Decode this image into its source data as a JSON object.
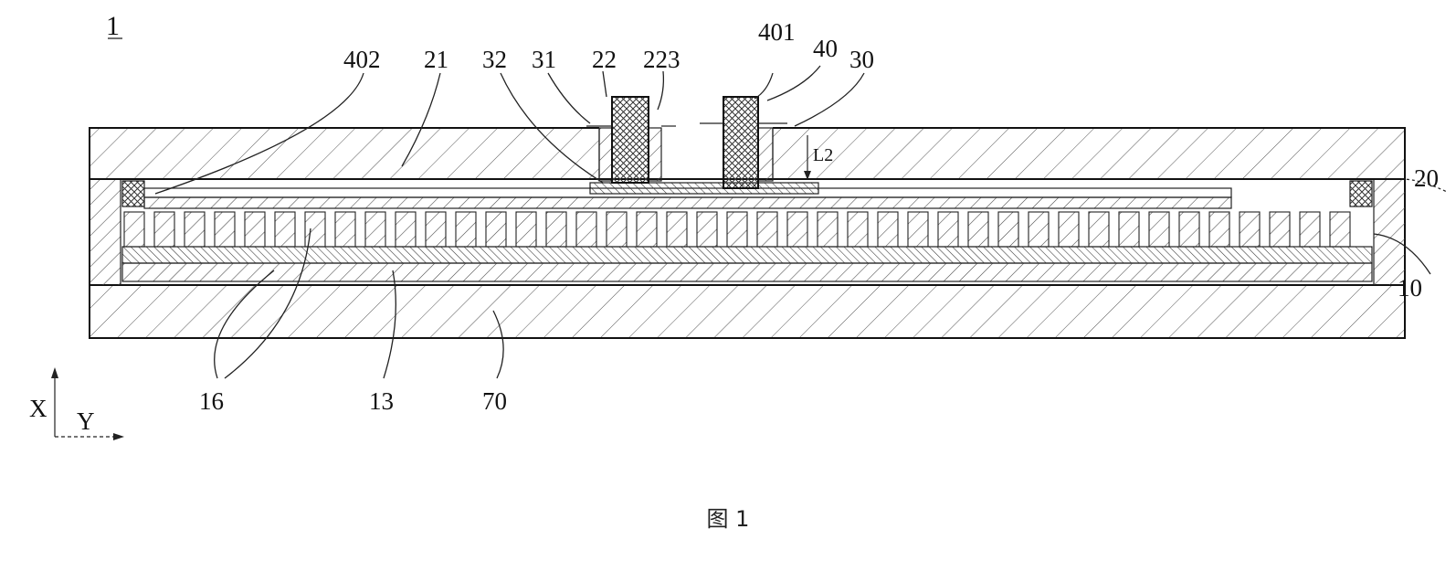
{
  "figure": {
    "ref_main": "1",
    "labels": {
      "l402": "402",
      "l21": "21",
      "l32": "32",
      "l31": "31",
      "l22": "22",
      "l223": "223",
      "l401": "401",
      "l40": "40",
      "l30": "30",
      "l20": "20",
      "l10": "10",
      "l16": "16",
      "l13": "13",
      "l70": "70",
      "dim": "L2"
    },
    "axes": {
      "x": "X",
      "y": "Y"
    },
    "caption": "图 1"
  }
}
